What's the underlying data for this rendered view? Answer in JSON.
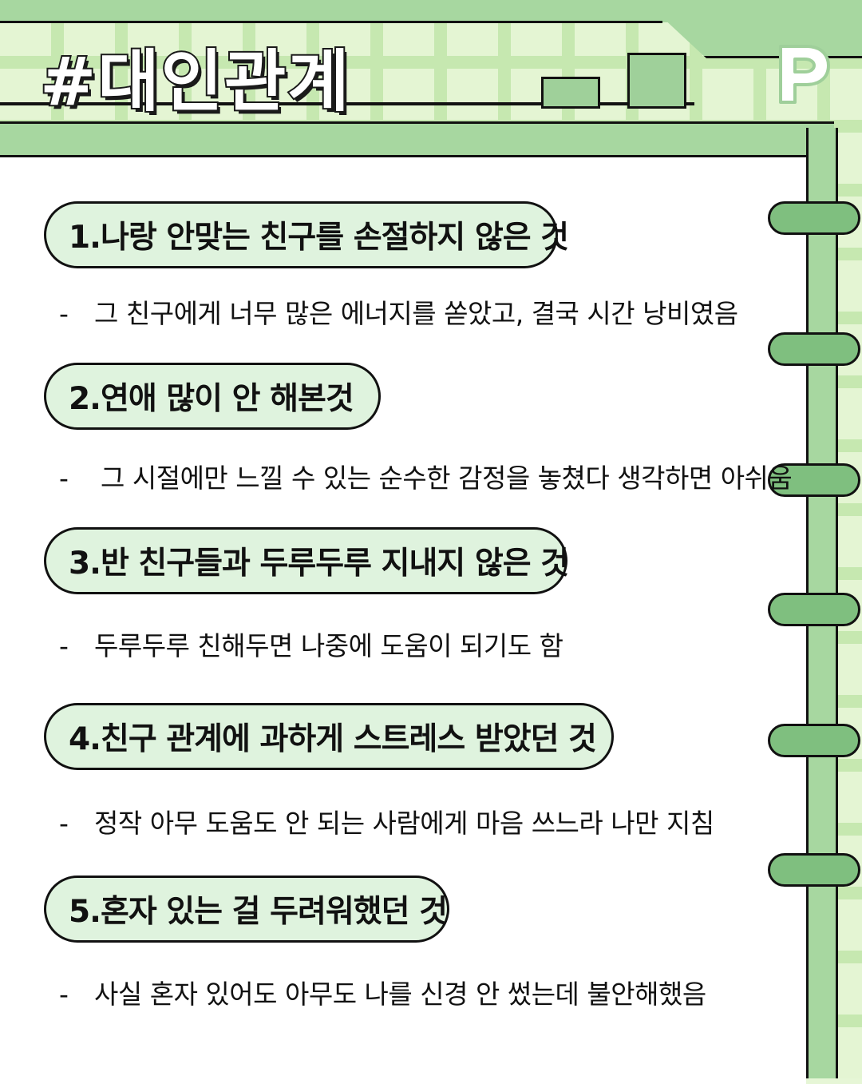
{
  "header": {
    "title": "#대인관계"
  },
  "colors": {
    "accent_green": "#a7d7a0",
    "pill_fill": "#dff3de",
    "ring_green": "#7fbf7f",
    "background_grid": "#e4f5d3"
  },
  "logo": {
    "icon": "p-logo-icon"
  },
  "items": [
    {
      "title": "1.나랑 안맞는 친구를 손절하지 않은 것",
      "desc": "그 친구에게 너무 많은 에너지를 쏟았고, 결국 시간 낭비였음"
    },
    {
      "title": "2.연애 많이 안 해본것",
      "desc": "그 시절에만 느낄 수 있는 순수한 감정을 놓쳤다 생각하면 아쉬움"
    },
    {
      "title": "3.반 친구들과 두루두루 지내지 않은 것",
      "desc": "두루두루 친해두면 나중에 도움이 되기도 함"
    },
    {
      "title": "4.친구 관계에 과하게 스트레스 받았던 것",
      "desc": "정작 아무 도움도 안 되는 사람에게 마음 쓰느라 나만 지침"
    },
    {
      "title": "5.혼자 있는 걸 두려워했던 것",
      "desc": "사실 혼자 있어도 아무도 나를 신경 안 썼는데 불안해했음"
    }
  ],
  "dash": "-"
}
